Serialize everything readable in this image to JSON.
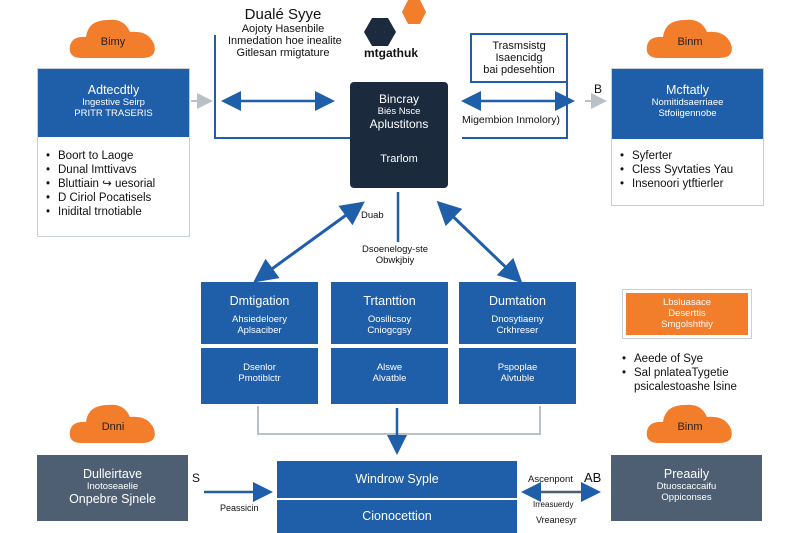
{
  "header": {
    "title": "Dualé Syye",
    "lines": [
      "Aojoty Hasenbile",
      "Inmedation hoe inealite",
      "Gitlesan rmigtature"
    ],
    "logo_text": "mtgathuk"
  },
  "top_right_note": {
    "lines": [
      "Trasmsistg",
      "Isaencidg",
      "bai pdesehtion"
    ]
  },
  "b_marker": "B",
  "clouds": {
    "top_left": "Bimy",
    "top_right": "Binm",
    "bottom_left": "Dnni",
    "bottom_right": "Binm"
  },
  "left_panel": {
    "title": "Adtecdtly",
    "sub": [
      "Ingestive Seirp",
      "PRITR TRASERIS"
    ],
    "items": [
      "Boort to Laoge",
      "Dunal Imttivavs",
      "Bluttiain ↪ uesorial",
      "D  Ciriol Pocatisels",
      "Inidital trnotiable"
    ]
  },
  "right_panel": {
    "title": "Mcftatly",
    "sub": [
      "Nomitidsaerriaee",
      "Stfoiigennobe"
    ],
    "items": [
      "Syferter",
      "Cless Syvtaties Yau",
      "Insenoori ytftierler"
    ]
  },
  "center": {
    "title_lines": [
      "Bincray",
      "Biés Nsce"
    ],
    "subtitle": "Aplustitons",
    "footer": "Trarlom"
  },
  "migration_label": "Migembion Inmolory)",
  "center_note": {
    "top": "Duab",
    "lines": [
      "Dsoenelogy-ste",
      "Obwkjbiy"
    ]
  },
  "mid_boxes": [
    {
      "title": "Dmtigation",
      "sub": [
        "Ahsiedeloery",
        "Aplsaciber"
      ],
      "lower": [
        "Dsenlor",
        "Pmotiblctr"
      ]
    },
    {
      "title": "Trtanttion",
      "sub": [
        "Oosilicsoy",
        "Cniogcgsy"
      ],
      "lower": [
        "Alswe",
        "Alvatble"
      ]
    },
    {
      "title": "Dumtation",
      "sub": [
        "Dnosytiaeny",
        "Crkhreser"
      ],
      "lower": [
        "Pspoplae",
        "Alvtuble"
      ]
    }
  ],
  "orange_box": {
    "lines": [
      "Lbsluasace",
      "Deserttis",
      "Smgolshthiy"
    ]
  },
  "right_list": [
    "Aeede of Sye",
    "Sal pnlateaTygetie",
    "psicalestoashe lsine"
  ],
  "bottom_left": {
    "lines": [
      "Dulleirtave",
      "Inotoseaelie",
      "Onpebre Sjnele"
    ]
  },
  "bottom_center": {
    "top": "Windrow Syple",
    "bottom": "Cionocettion"
  },
  "bottom_right": {
    "lines": [
      "Preaaily",
      "Dtuoscaccaifu",
      "Oppiconses"
    ]
  },
  "labels": {
    "s": "S",
    "ab": "AB",
    "pessicdion": "Peassicin",
    "ascenpont": "Ascenpont",
    "sub_a": "Irreasuerdy",
    "sub_b": "Vreanesyr"
  },
  "colors": {
    "blue": "#1f5ea8",
    "slate": "#4f5f73",
    "orange": "#f27d2a",
    "line": "#1f5ea8"
  }
}
